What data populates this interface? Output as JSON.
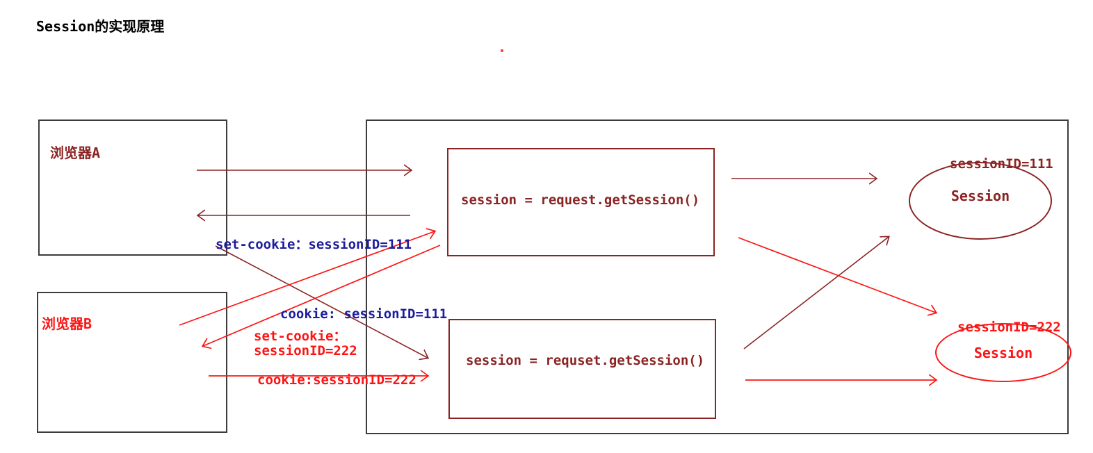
{
  "title": "Session的实现原理",
  "colors": {
    "dark_red": "#8b2323",
    "red": "#fc1414",
    "blue": "#1c1c9c",
    "box_border": "#3c3c3c"
  },
  "browser_a": {
    "label": "浏览器A"
  },
  "browser_b": {
    "label": "浏览器B"
  },
  "server": {
    "code_box_1": {
      "code": "session = request.getSession()"
    },
    "code_box_2": {
      "code": "session = requset.getSession()"
    }
  },
  "messages": {
    "set_cookie_111": "set-cookie：sessionID=111",
    "cookie_111": "cookie: sessionID=111",
    "set_cookie_222_line1": "set-cookie：",
    "set_cookie_222_line2": "sessionID=222",
    "cookie_222": "cookie:sessionID=222"
  },
  "session_a": {
    "id_label": "sessionID=111",
    "label": "Session"
  },
  "session_b": {
    "id_label": "sessionID=222",
    "label": "Session"
  }
}
